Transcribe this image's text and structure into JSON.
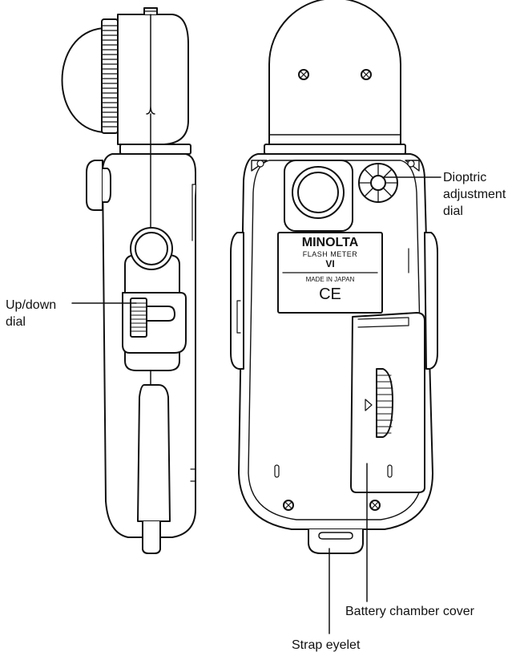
{
  "callouts": {
    "updown_dial": [
      "Up/down",
      "dial"
    ],
    "dioptric_dial": [
      "Dioptric",
      "adjustment",
      "dial"
    ],
    "battery_cover": "Battery chamber cover",
    "strap_eyelet": "Strap eyelet"
  },
  "device_label": {
    "brand": "MINOLTA",
    "model_line": "FLASH METER",
    "model_number": "VI",
    "origin": "MADE IN JAPAN",
    "mark": "CE"
  },
  "colors": {
    "ink": "#111111",
    "fill": "#ffffff"
  }
}
